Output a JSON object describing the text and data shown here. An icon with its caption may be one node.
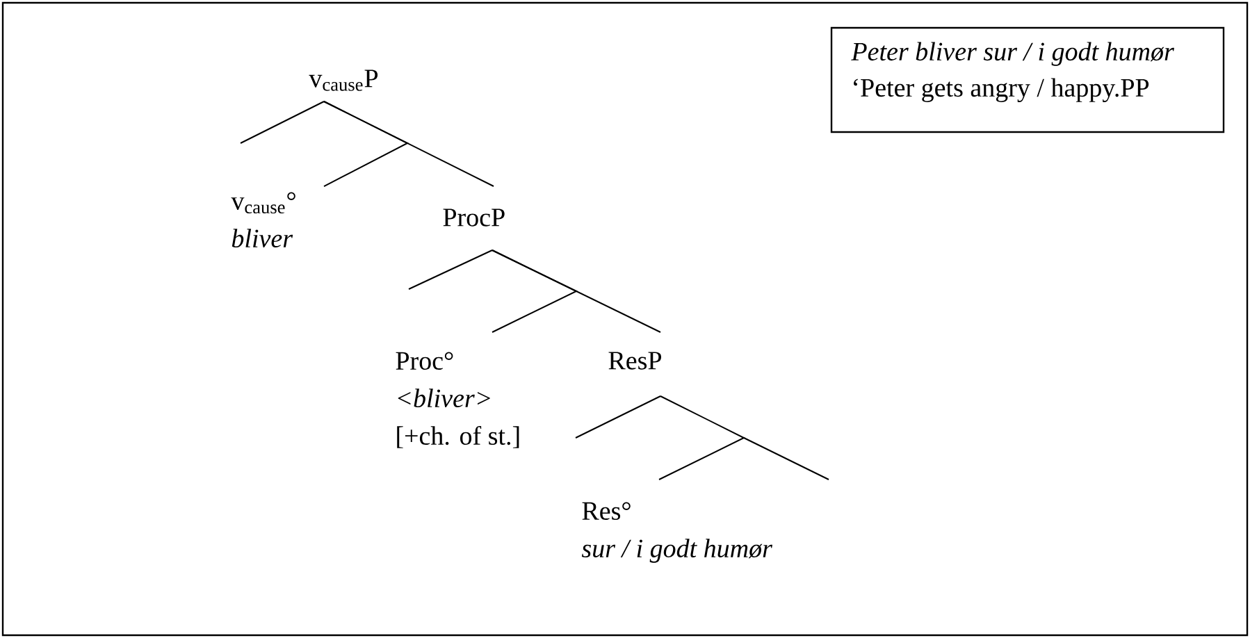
{
  "diagram": {
    "nodes": [
      {
        "text": [
          "v$_{cause}$P"
        ]
      },
      {
        "text": [
          "v$_{cause}$°",
          "bliver"
        ]
      },
      {
        "text": [
          "ProcP"
        ]
      },
      {
        "text": [
          "Proc°",
          "<bliver>",
          "[+ch. of st.]"
        ]
      },
      {
        "text": [
          "ResP"
        ]
      },
      {
        "text": [
          "Res°",
          "sur / i godt humør"
        ]
      },
      {
        "text": [
          "Peter bliver sur / i godt humør",
          "‘Peter gets angry / happy.PP"
        ]
      }
    ],
    "edges": [
      {
        "from": 0,
        "to": null,
        "arrow": "none"
      },
      {
        "from": 0,
        "to": 1,
        "arrow": "none"
      },
      {
        "from": 0,
        "to": 2,
        "arrow": "none"
      },
      {
        "from": 2,
        "to": null,
        "arrow": "none"
      },
      {
        "from": 2,
        "to": 3,
        "arrow": "none"
      },
      {
        "from": 2,
        "to": 4,
        "arrow": "none"
      },
      {
        "from": 4,
        "to": null,
        "arrow": "none"
      },
      {
        "from": 4,
        "to": 5,
        "arrow": "none"
      }
    ]
  }
}
